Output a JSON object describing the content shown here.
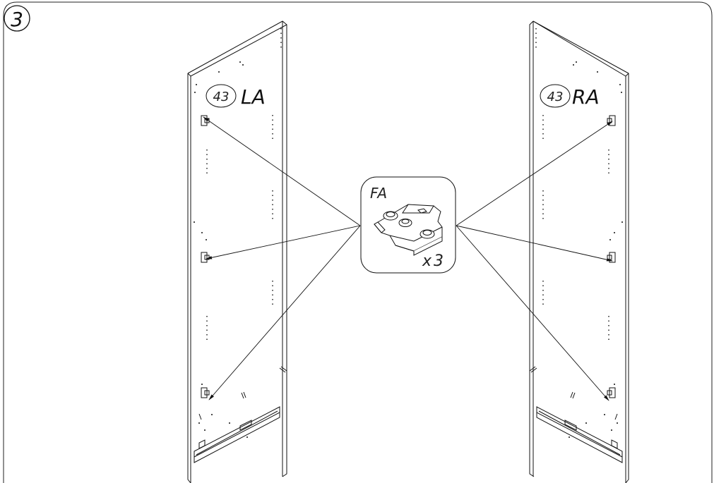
{
  "step": {
    "number": "3"
  },
  "left_panel": {
    "part_number": "43",
    "part_code": "LA"
  },
  "right_panel": {
    "part_number": "43",
    "part_code": "RA"
  },
  "hardware": {
    "code": "FA",
    "quantity": "x3",
    "icon": "hinge-mounting-plate-icon"
  },
  "colors": {
    "line": "#111111",
    "background": "#ffffff"
  }
}
